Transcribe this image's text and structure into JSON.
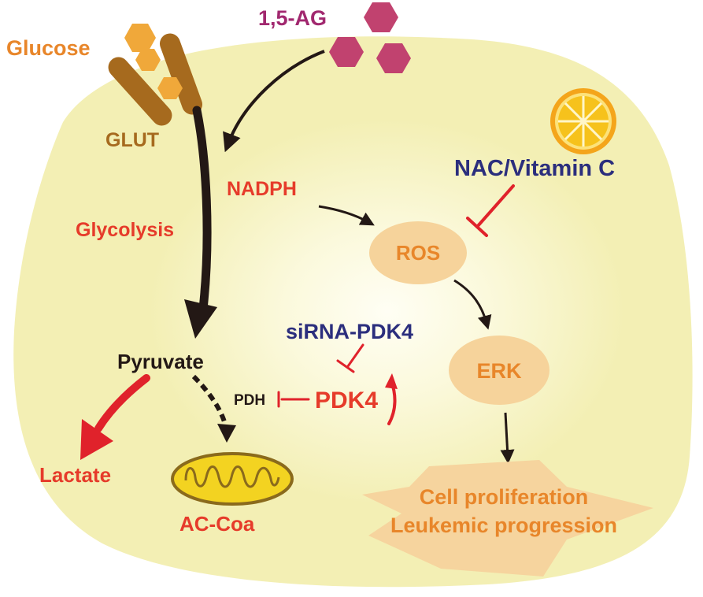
{
  "labels": {
    "glucose": "Glucose",
    "ag": "1,5-AG",
    "glut": "GLUT",
    "nadph": "NADPH",
    "nac": "NAC/Vitamin C",
    "glycolysis": "Glycolysis",
    "ros": "ROS",
    "sirna": "siRNA-PDK4",
    "erk": "ERK",
    "pyruvate": "Pyruvate",
    "pdh": "PDH",
    "pdk4": "PDK4",
    "lactate": "Lactate",
    "accoa": "AC-Coa",
    "outcome_line1": "Cell proliferation",
    "outcome_line2": "Leukemic progression"
  },
  "colors": {
    "cell_fill": "#f3efb4",
    "cell_center": "#fffef4",
    "orange_text": "#e8862a",
    "red_text": "#e63b2a",
    "purple_text": "#a1286f",
    "navy_text": "#2b2e7d",
    "brown": "#a66a1e",
    "ag_hexagon": "#c1426f",
    "glucose_hexagon": "#f0a83a",
    "inhibit_red": "#e0222b",
    "arrow_black": "#231815",
    "node_fill": "#f6d39b",
    "star_fill": "#f6d49e",
    "mito_yellow": "#f3d321",
    "mito_outline": "#8a6a1c",
    "lemon_yellow": "#f6c21c",
    "lemon_rind": "#f4a51b"
  }
}
